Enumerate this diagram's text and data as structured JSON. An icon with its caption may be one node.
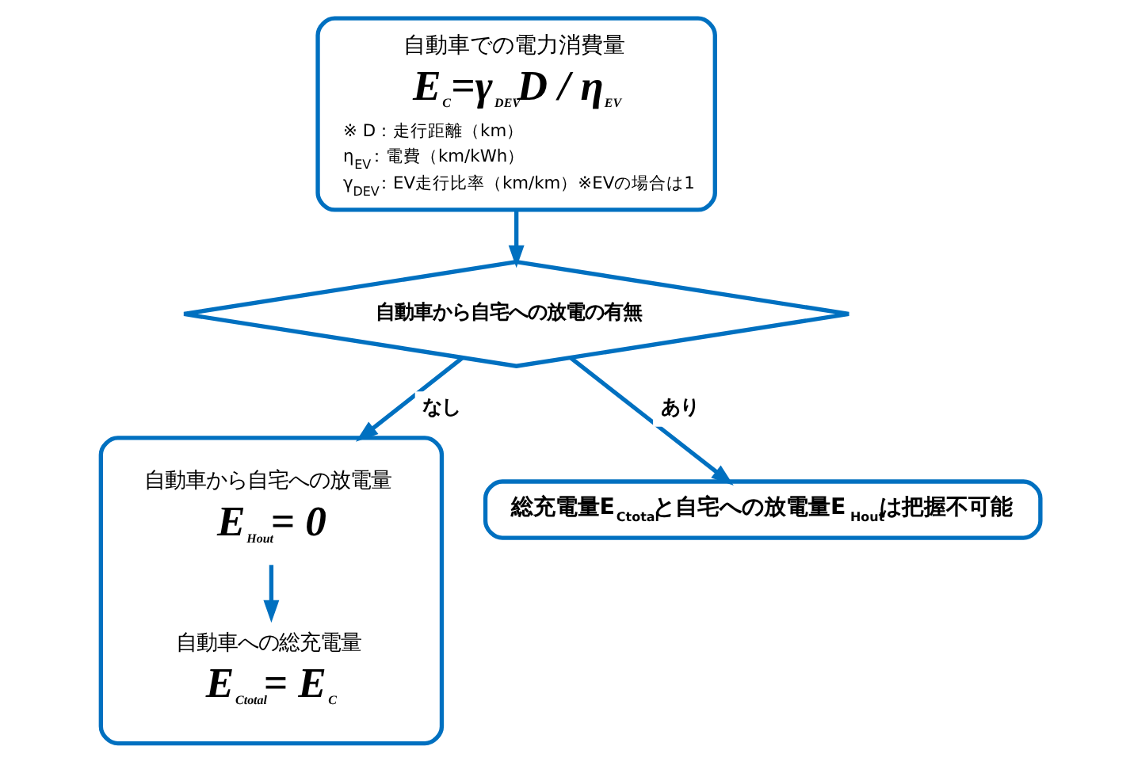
{
  "diagram": {
    "nodes": [
      {
        "text": [
          "自動車での電力消費量",
          "E$_{C}$=γ$_{DEV}$D / η$_{EV}$",
          "※ D：走行距離（km）",
          "η$_{EV}$：電費（km/kWh）",
          "γ$_{DEV}$：EV走行比率（km/km）※EVの場合は1"
        ]
      },
      {
        "text": [
          "自動車から自宅への放電の有無"
        ]
      },
      {
        "text": [],
        "shape": "box"
      },
      {
        "text": [
          "自動車から自宅への放電量",
          "E$_{Hout}$= 0"
        ],
        "in": 2
      },
      {
        "text": [
          "自動車への総充電量",
          "E$_{Ctotal}$= E$_{C}$"
        ],
        "in": 2
      },
      {
        "text": [
          "総充電量E$_{Ctotal}$と自宅への放電量E$_{Hout}$は把握不可能"
        ]
      }
    ],
    "edges": [
      {
        "from": 0,
        "to": 1,
        "arrow": "to"
      },
      {
        "from": 1,
        "to": 2,
        "arrow": "to",
        "label": "なし"
      },
      {
        "from": 3,
        "to": 4,
        "arrow": "to"
      },
      {
        "from": 1,
        "to": 5,
        "arrow": "to",
        "label": "あり"
      }
    ]
  }
}
